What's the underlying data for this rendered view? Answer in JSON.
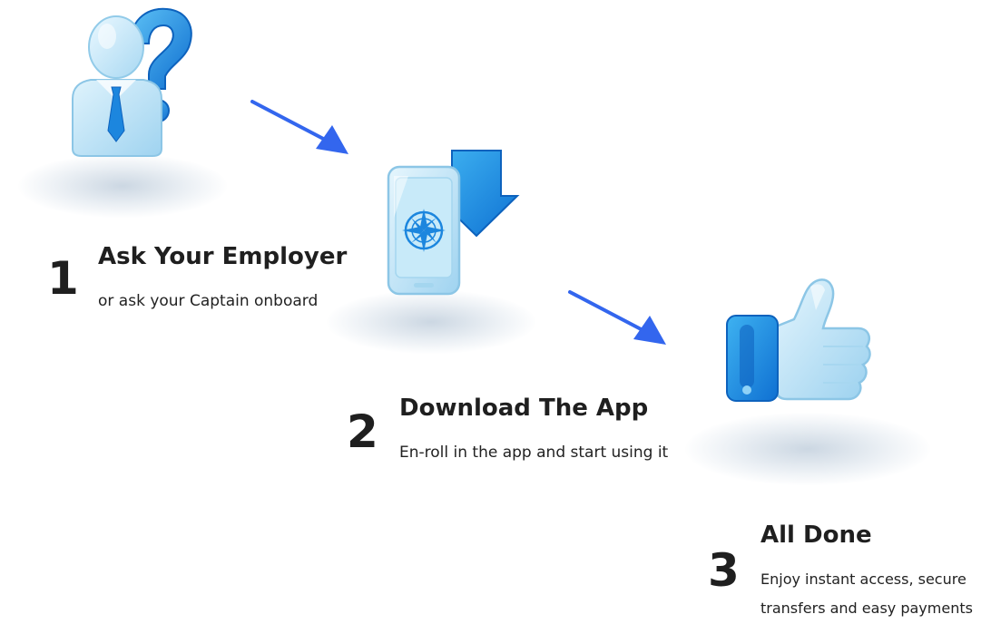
{
  "steps": [
    {
      "number": "1",
      "title": "Ask Your Employer",
      "description": [
        "or ask your Captain onboard"
      ],
      "icon": "employer-question-icon"
    },
    {
      "number": "2",
      "title": "Download The App",
      "description": [
        "En-roll in the app and start using it"
      ],
      "icon": "phone-download-icon"
    },
    {
      "number": "3",
      "title": "All Done",
      "description": [
        "Enjoy instant access, secure",
        "transfers and easy payments"
      ],
      "icon": "thumbs-up-icon"
    }
  ],
  "colors": {
    "arrow": "#3366ee",
    "icon_light": "#bfe6f8",
    "icon_accent": "#1e8fe0",
    "text": "#1f1f1f"
  }
}
